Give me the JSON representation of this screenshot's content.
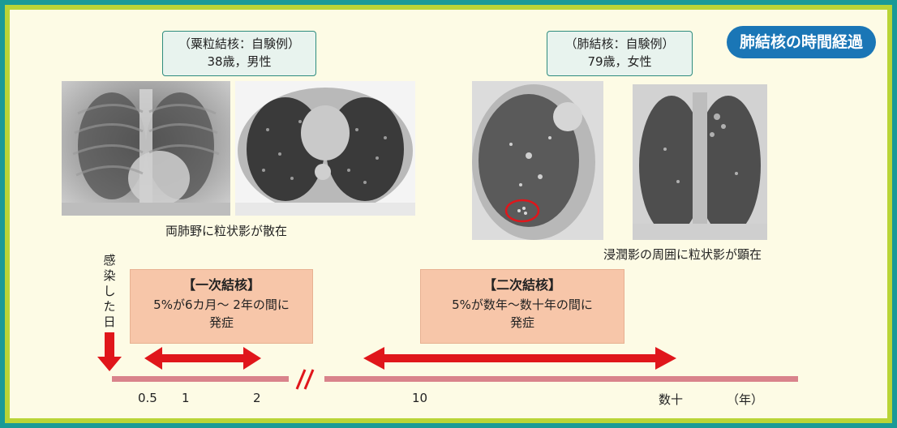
{
  "title": "肺結核の時間経過",
  "case1": {
    "line1": "（粟粒結核：自験例）",
    "line2": "38歳，男性"
  },
  "case2": {
    "line1": "（肺結核：自験例）",
    "line2": "79歳，女性"
  },
  "caption1": "両肺野に粒状影が散在",
  "caption2": "浸潤影の周囲に粒状影が顕在",
  "infection_day": "感染した日",
  "stage1": {
    "title": "【一次結核】",
    "line1": "5%が6カ月～ 2年の間に",
    "line2": "発症"
  },
  "stage2": {
    "title": "【二次結核】",
    "line1": "5%が数年～数十年の間に",
    "line2": "発症"
  },
  "timeline": {
    "ticks": [
      "0.5",
      "1",
      "2",
      "10",
      "数十"
    ],
    "unit": "（年）"
  },
  "colors": {
    "accent": "#1a76b6",
    "arrow": "#e0161b",
    "axis": "#d9838b",
    "box": "#f7c6a9"
  }
}
